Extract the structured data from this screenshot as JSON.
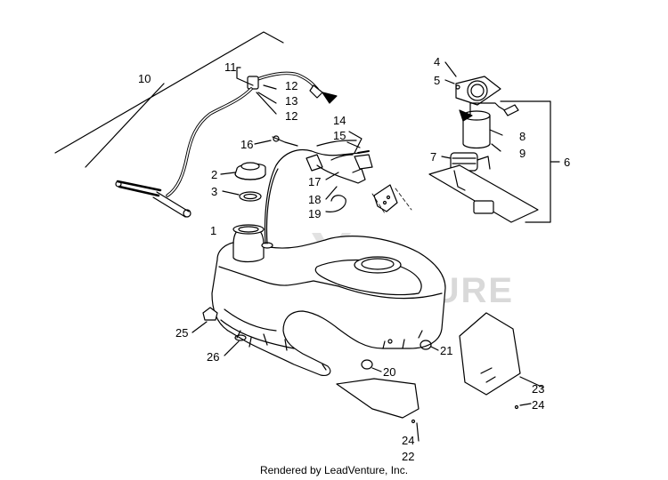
{
  "callouts": {
    "c1": "1",
    "c2": "2",
    "c3": "3",
    "c4": "4",
    "c5": "5",
    "c6": "6",
    "c7": "7",
    "c8": "8",
    "c9": "9",
    "c10": "10",
    "c11": "11",
    "c12a": "12",
    "c12b": "12",
    "c13": "13",
    "c14": "14",
    "c15": "15",
    "c16": "16",
    "c17": "17",
    "c18": "18",
    "c19": "19",
    "c20": "20",
    "c21": "21",
    "c22": "22",
    "c23": "23",
    "c24a": "24",
    "c24b": "24",
    "c25": "25",
    "c26": "26"
  },
  "watermark": "LEADVENTURE",
  "footer": "Rendered by LeadVenture, Inc.",
  "colors": {
    "line": "#000000",
    "watermark": "#d9d9d9",
    "background": "#ffffff"
  }
}
